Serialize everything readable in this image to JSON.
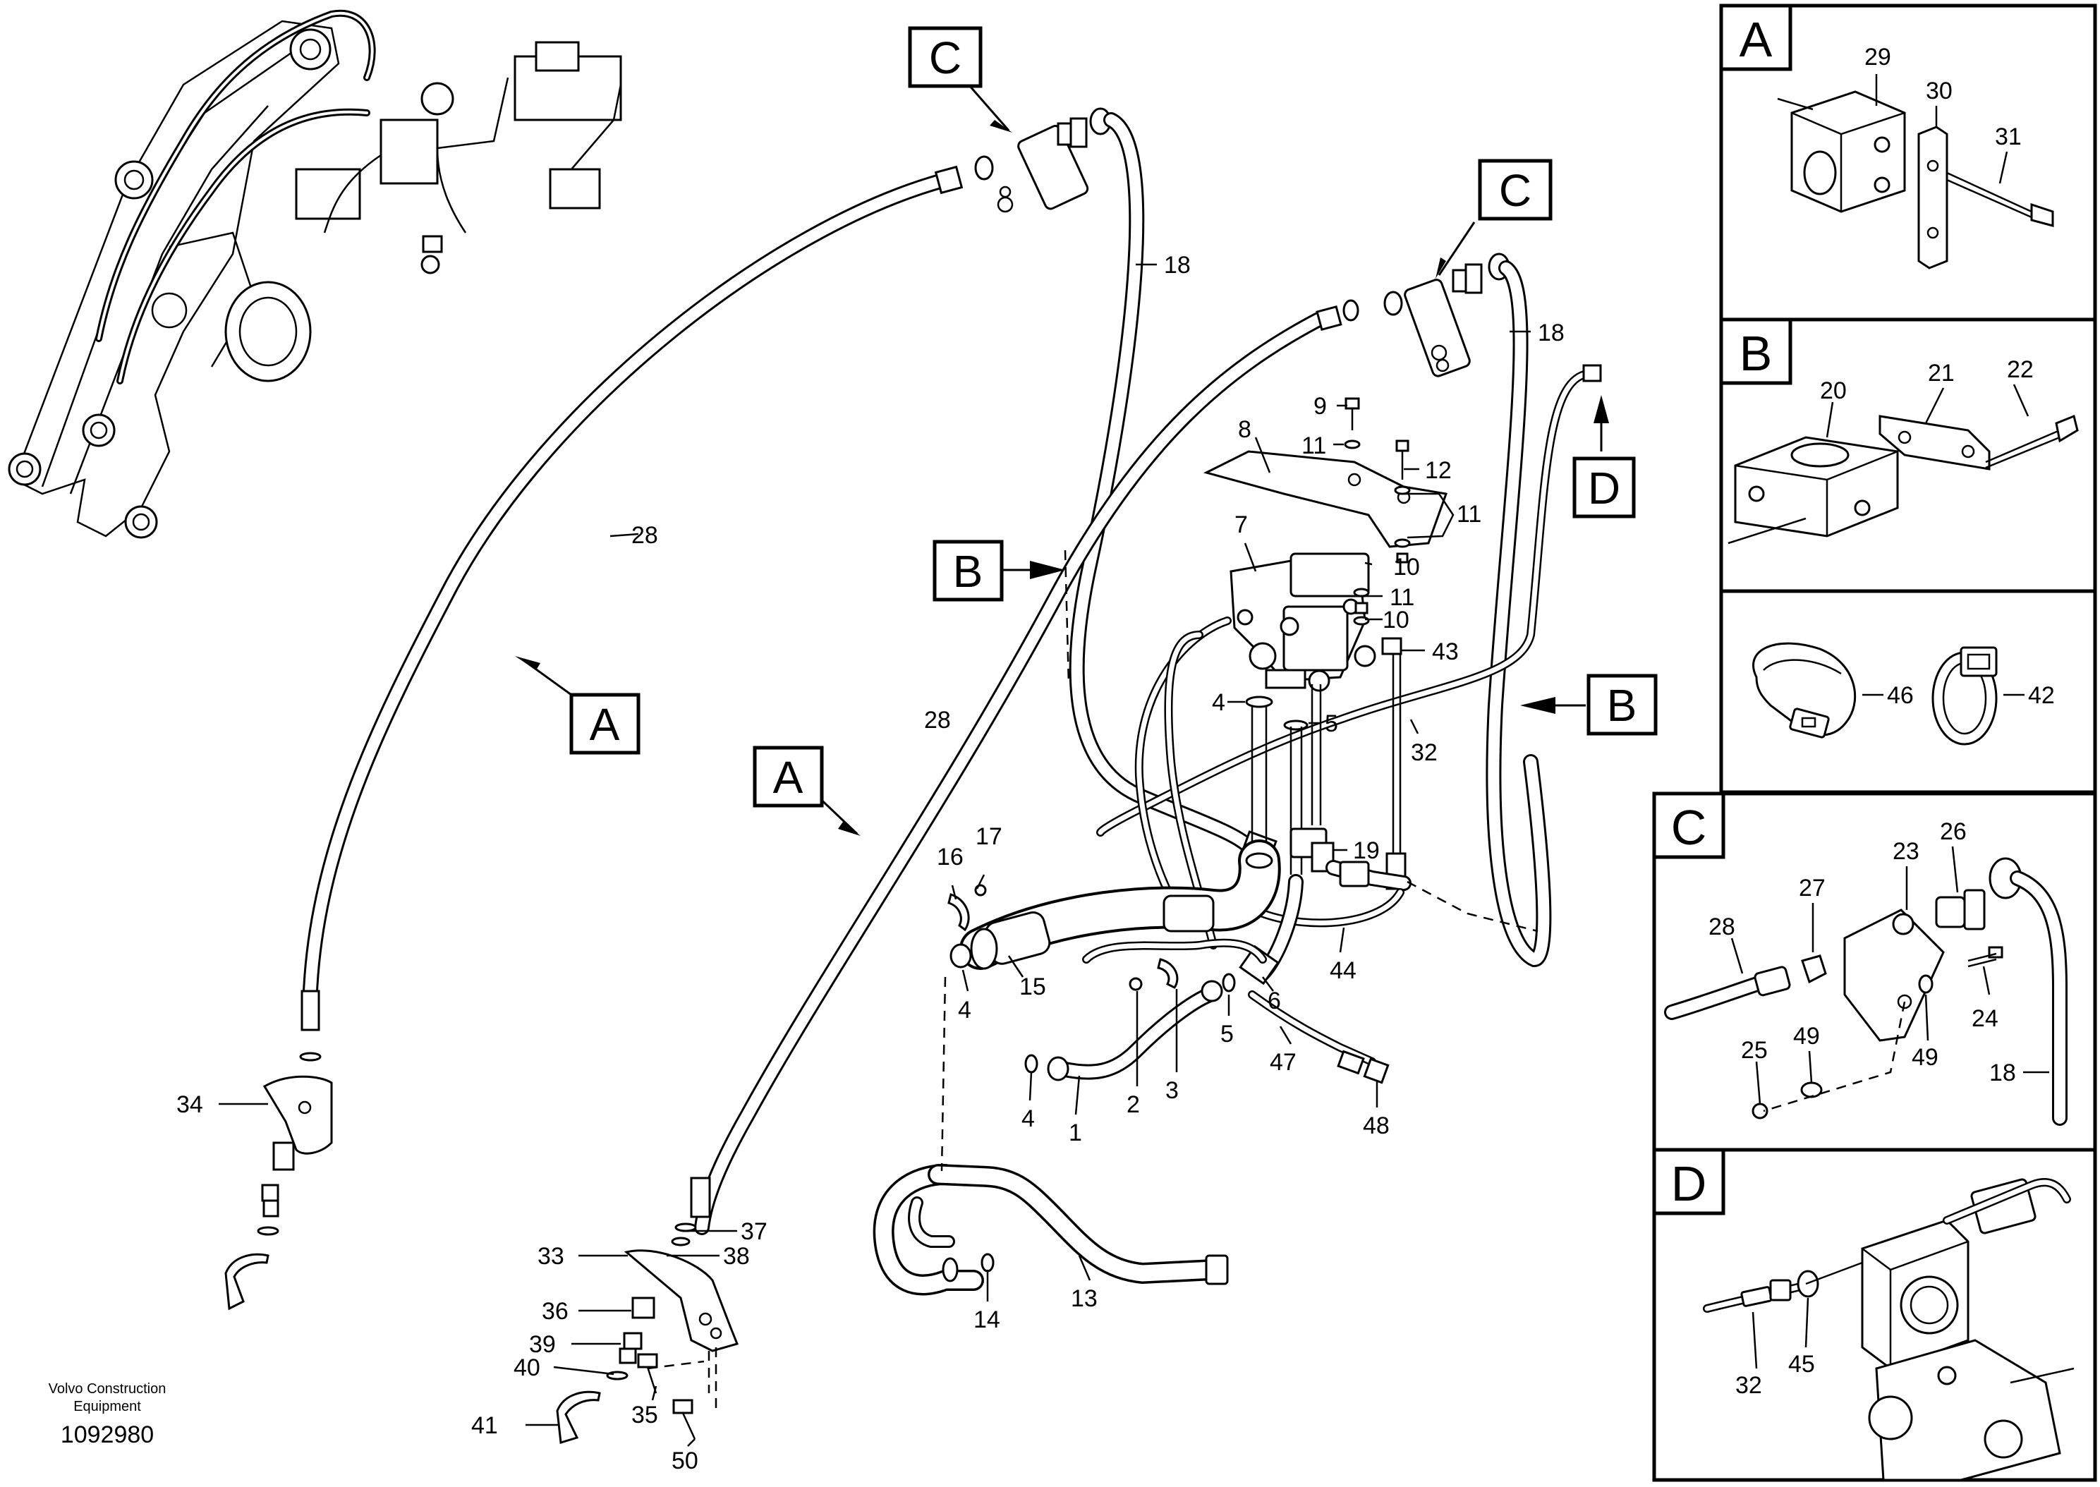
{
  "footer": {
    "company_line1": "Volvo Construction",
    "company_line2": "Equipment",
    "drawing_number": "1092980"
  },
  "callouts": {
    "main_A_upper": "A",
    "main_A_lower": "A",
    "main_B_left": "B",
    "main_B_right": "B",
    "main_C_left": "C",
    "main_C_right": "C",
    "main_D": "D"
  },
  "panels": {
    "A": {
      "label": "A",
      "parts": [
        "29",
        "30",
        "31"
      ]
    },
    "B": {
      "label": "B",
      "parts": [
        "20",
        "21",
        "22"
      ]
    },
    "clamps": {
      "parts": [
        "46",
        "42"
      ]
    },
    "C": {
      "label": "C",
      "parts": [
        "28",
        "27",
        "23",
        "26",
        "24",
        "25",
        "49",
        "49",
        "18"
      ]
    },
    "D": {
      "label": "D",
      "parts": [
        "32",
        "45"
      ]
    }
  },
  "part_numbers": {
    "p28_upper": "28",
    "p28_lower": "28",
    "p18_left": "18",
    "p18_right": "18",
    "p9": "9",
    "p8": "8",
    "p11_a": "11",
    "p12": "12",
    "p11_b": "11",
    "p7": "7",
    "p10_a": "10",
    "p11_c": "11",
    "p10_b": "10",
    "p43": "43",
    "p4_a": "4",
    "p5_a": "5",
    "p32": "32",
    "p16": "16",
    "p17": "17",
    "p19": "19",
    "p4_b": "4",
    "p15": "15",
    "p6": "6",
    "p44": "44",
    "p2": "2",
    "p3": "3",
    "p5_b": "5",
    "p47": "47",
    "p48": "48",
    "p4_c": "4",
    "p1": "1",
    "p34": "34",
    "p37": "37",
    "p33": "33",
    "p38": "38",
    "p36": "36",
    "p39": "39",
    "p40": "40",
    "p41": "41",
    "p35": "35",
    "p50": "50",
    "p13": "13",
    "p14": "14"
  }
}
